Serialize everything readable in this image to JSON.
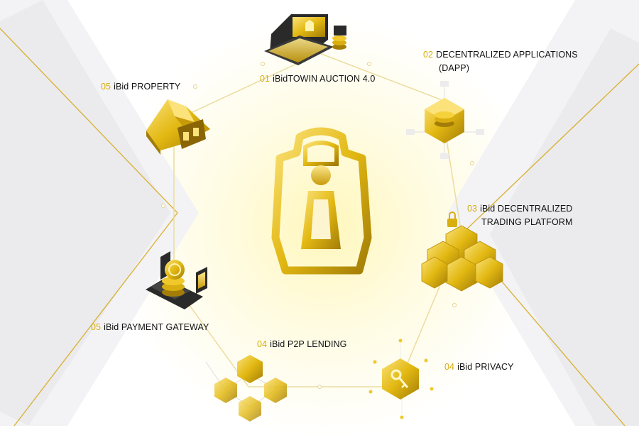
{
  "colors": {
    "gold": "#e8c21a",
    "gold_dark": "#a37d07",
    "gold_light": "#fbe89a",
    "label_number": "#d8ad0c",
    "text": "#111111"
  },
  "center": {
    "icon": "ibid-bag-logo-icon"
  },
  "nodes": [
    {
      "number": "01",
      "label": "iBidTOWIN AUCTION 4.0",
      "icon": "laptop-coins-icon"
    },
    {
      "number": "02",
      "label": "DECENTRALIZED APPLICATIONS",
      "label2": "(DAPP)",
      "icon": "coin-cube-network-icon"
    },
    {
      "number": "03",
      "label": "iBid DECENTRALIZED",
      "label2": "TRADING PLATFORM",
      "icon": "lock-hexagon-blocks-icon"
    },
    {
      "number": "04",
      "label": "iBid PRIVACY",
      "icon": "key-shield-icon"
    },
    {
      "number": "04",
      "label": "iBid P2P LENDING",
      "icon": "cube-network-icon"
    },
    {
      "number": "05",
      "label": "iBid PAYMENT GATEWAY",
      "icon": "coin-terminal-icon"
    },
    {
      "number": "05",
      "label": "iBid PROPERTY",
      "icon": "house-icon"
    }
  ]
}
